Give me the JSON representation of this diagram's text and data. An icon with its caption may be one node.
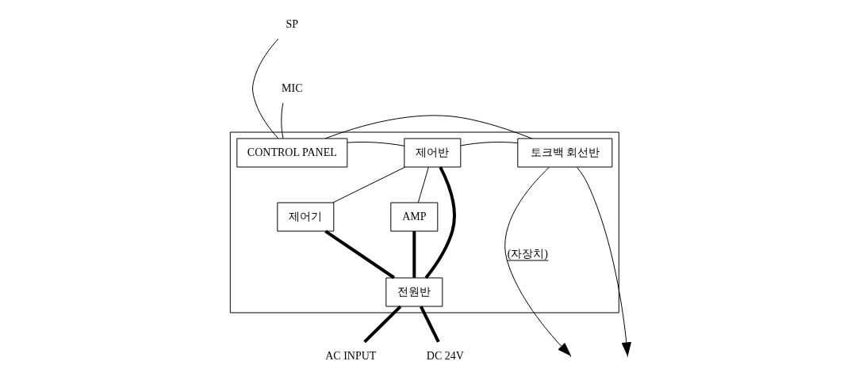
{
  "diagram": {
    "nodes": [
      {
        "text": [],
        "shape": "box"
      },
      {
        "text": [
          "SP"
        ]
      },
      {
        "text": [
          "MIC"
        ]
      },
      {
        "text": [
          "CONTROL PANEL"
        ],
        "in": 0
      },
      {
        "text": [
          "토크백 회선반"
        ],
        "in": 0
      },
      {
        "text": [
          "제어반"
        ],
        "in": 0
      },
      {
        "text": [
          "제어기"
        ],
        "in": 0
      },
      {
        "text": [
          "AMP"
        ],
        "in": 0
      },
      {
        "text": [
          "전원반"
        ],
        "in": 0
      },
      {
        "text": [
          "AC INPUT"
        ]
      },
      {
        "text": [
          "DC 24V"
        ]
      }
    ],
    "edges": [
      {
        "from": 1,
        "to": 3,
        "arrow": "none"
      },
      {
        "from": 2,
        "to": 3,
        "arrow": "none"
      },
      {
        "from": 3,
        "to": 4,
        "arrow": "none"
      },
      {
        "from": 3,
        "to": 5,
        "arrow": "none"
      },
      {
        "from": 5,
        "to": 4,
        "arrow": "none"
      },
      {
        "from": 4,
        "to": null,
        "arrow": "to",
        "label": "(자장치)"
      },
      {
        "from": 4,
        "to": null,
        "arrow": "to"
      },
      {
        "from": 5,
        "to": 6,
        "arrow": "none"
      },
      {
        "from": 5,
        "to": 7,
        "arrow": "none"
      },
      {
        "from": 5,
        "to": 8,
        "arrow": "none",
        "style": "thick"
      },
      {
        "from": 6,
        "to": 8,
        "arrow": "none",
        "style": "thick"
      },
      {
        "from": 7,
        "to": 8,
        "arrow": "none",
        "style": "thick"
      },
      {
        "from": 8,
        "to": 9,
        "arrow": "none",
        "style": "thick"
      },
      {
        "from": 8,
        "to": 10,
        "arrow": "none",
        "style": "thick"
      }
    ]
  }
}
